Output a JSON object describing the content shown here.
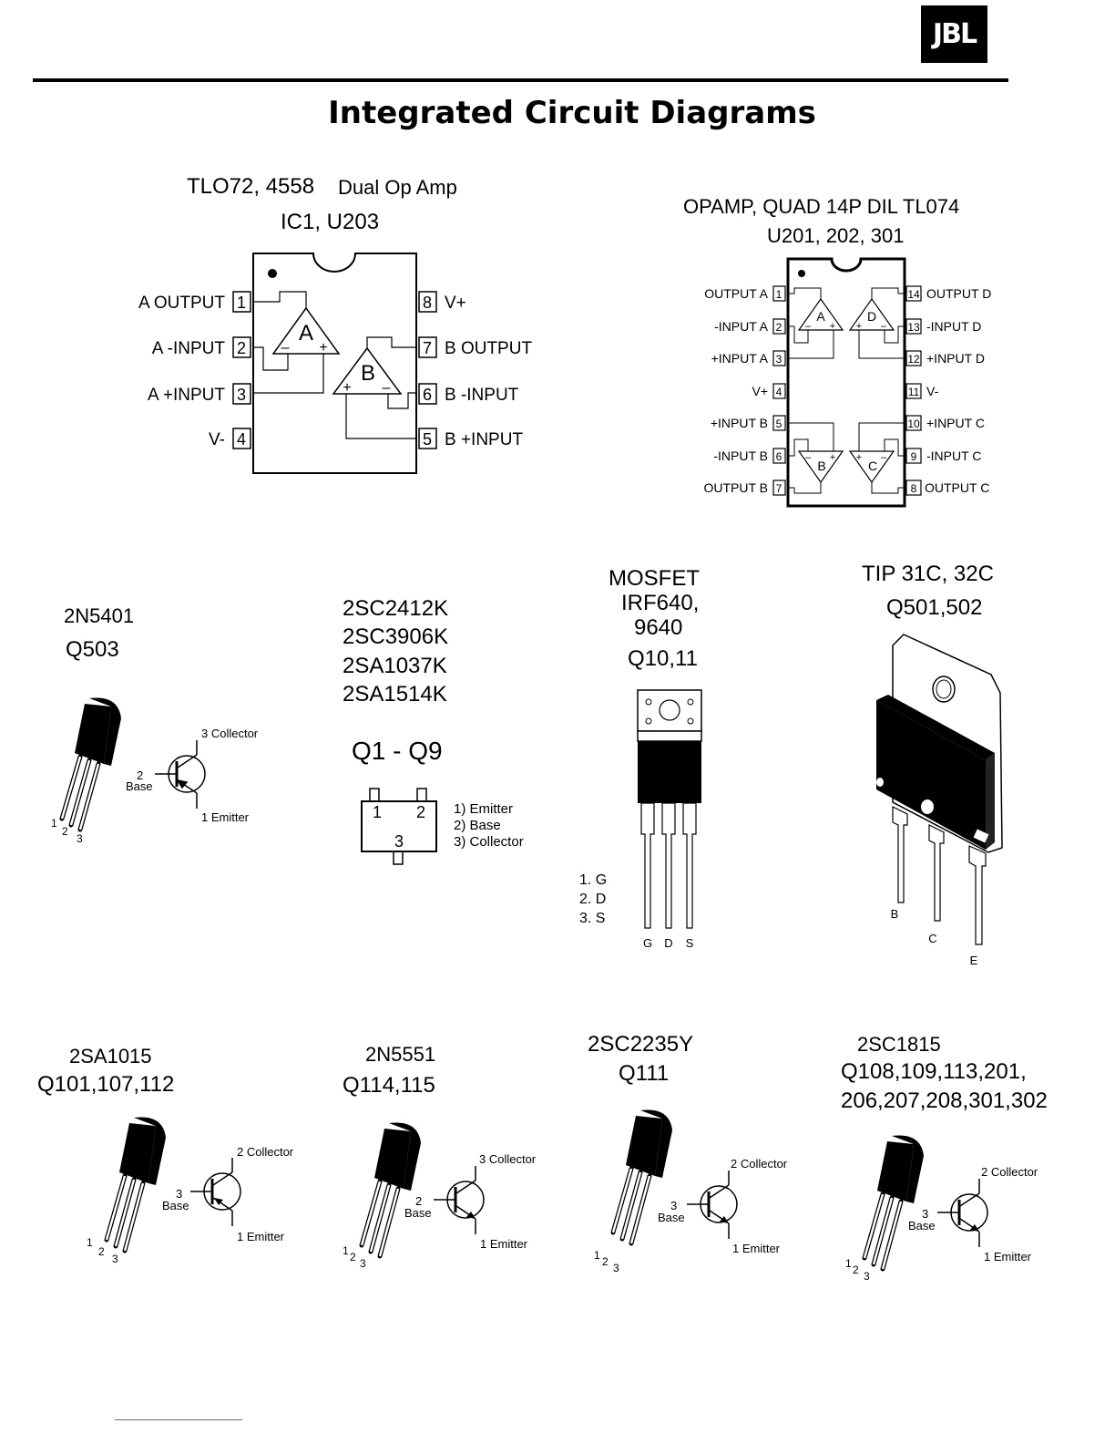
{
  "header": {
    "logo_text": "JBL",
    "page_title": "Integrated Circuit Diagrams"
  },
  "dual_opamp": {
    "title_line1_a": "TLO72, 4558",
    "title_line1_b": "Dual Op Amp",
    "title_line2": "IC1, U203",
    "amp_a": "A",
    "amp_b": "B",
    "plus": "+",
    "minus": "–",
    "pins_left": [
      {
        "num": "1",
        "label": "A OUTPUT"
      },
      {
        "num": "2",
        "label": "A -INPUT"
      },
      {
        "num": "3",
        "label": "A +INPUT"
      },
      {
        "num": "4",
        "label": "V-"
      }
    ],
    "pins_right": [
      {
        "num": "8",
        "label": "V+"
      },
      {
        "num": "7",
        "label": "B OUTPUT"
      },
      {
        "num": "6",
        "label": "B -INPUT"
      },
      {
        "num": "5",
        "label": "B +INPUT"
      }
    ]
  },
  "quad_opamp": {
    "title_line1": "OPAMP, QUAD 14P DIL TL074",
    "title_line2": "U201, 202, 301",
    "amps": [
      "A",
      "D",
      "B",
      "C"
    ],
    "plus": "+",
    "minus": "–",
    "pins_left": [
      {
        "num": "1",
        "label": "OUTPUT A"
      },
      {
        "num": "2",
        "label": "-INPUT A"
      },
      {
        "num": "3",
        "label": "+INPUT A"
      },
      {
        "num": "4",
        "label": "V+"
      },
      {
        "num": "5",
        "label": "+INPUT B"
      },
      {
        "num": "6",
        "label": "-INPUT B"
      },
      {
        "num": "7",
        "label": "OUTPUT B"
      }
    ],
    "pins_right": [
      {
        "num": "14",
        "label": "OUTPUT D"
      },
      {
        "num": "13",
        "label": "-INPUT D"
      },
      {
        "num": "12",
        "label": "+INPUT D"
      },
      {
        "num": "11",
        "label": "V-"
      },
      {
        "num": "10",
        "label": "+INPUT C"
      },
      {
        "num": "9",
        "label": "-INPUT C"
      },
      {
        "num": "8",
        "label": "OUTPUT C"
      }
    ]
  },
  "q503": {
    "part": "2N5401",
    "ref": "Q503",
    "collector": "3 Collector",
    "base_num": "2",
    "base": "Base",
    "emitter": "1 Emitter",
    "leads": [
      "1",
      "2",
      "3"
    ]
  },
  "smd": {
    "parts": [
      "2SC2412K",
      "2SC3906K",
      "2SA1037K",
      "2SA1514K"
    ],
    "ref": "Q1 - Q9",
    "pad1": "1",
    "pad2": "2",
    "pad3": "3",
    "legend": [
      "1) Emitter",
      "2) Base",
      "3) Collector"
    ]
  },
  "mosfet": {
    "line1": "MOSFET",
    "line2": "IRF640,",
    "line3": "9640",
    "ref": "Q10,11",
    "legend": [
      "1. G",
      "2. D",
      "3. S"
    ],
    "leads": [
      "G",
      "D",
      "S"
    ]
  },
  "tip": {
    "part": "TIP 31C, 32C",
    "ref": "Q501,502",
    "lead_b": "B",
    "lead_c": "C",
    "lead_e": "E"
  },
  "bottom_row": [
    {
      "part": "2SA1015",
      "ref_lines": [
        "Q101,107,112"
      ],
      "collector": "2 Collector",
      "base_num": "3",
      "base": "Base",
      "emitter": "1 Emitter",
      "leads": [
        "1",
        "2",
        "3"
      ]
    },
    {
      "part": "2N5551",
      "ref_lines": [
        "Q114,115"
      ],
      "collector": "3 Collector",
      "base_num": "2",
      "base": "Base",
      "emitter": "1 Emitter",
      "leads": [
        "1",
        "2",
        "3"
      ]
    },
    {
      "part": "2SC2235Y",
      "ref_lines": [
        "Q111"
      ],
      "collector": "2 Collector",
      "base_num": "3",
      "base": "Base",
      "emitter": "1 Emitter",
      "leads": [
        "1",
        "2",
        "3"
      ]
    },
    {
      "part": "2SC1815",
      "ref_lines": [
        "Q108,109,113,201,",
        "206,207,208,301,302"
      ],
      "collector": "2 Collector",
      "base_num": "3",
      "base": "Base",
      "emitter": "1 Emitter",
      "leads": [
        "1",
        "2",
        "3"
      ]
    }
  ]
}
